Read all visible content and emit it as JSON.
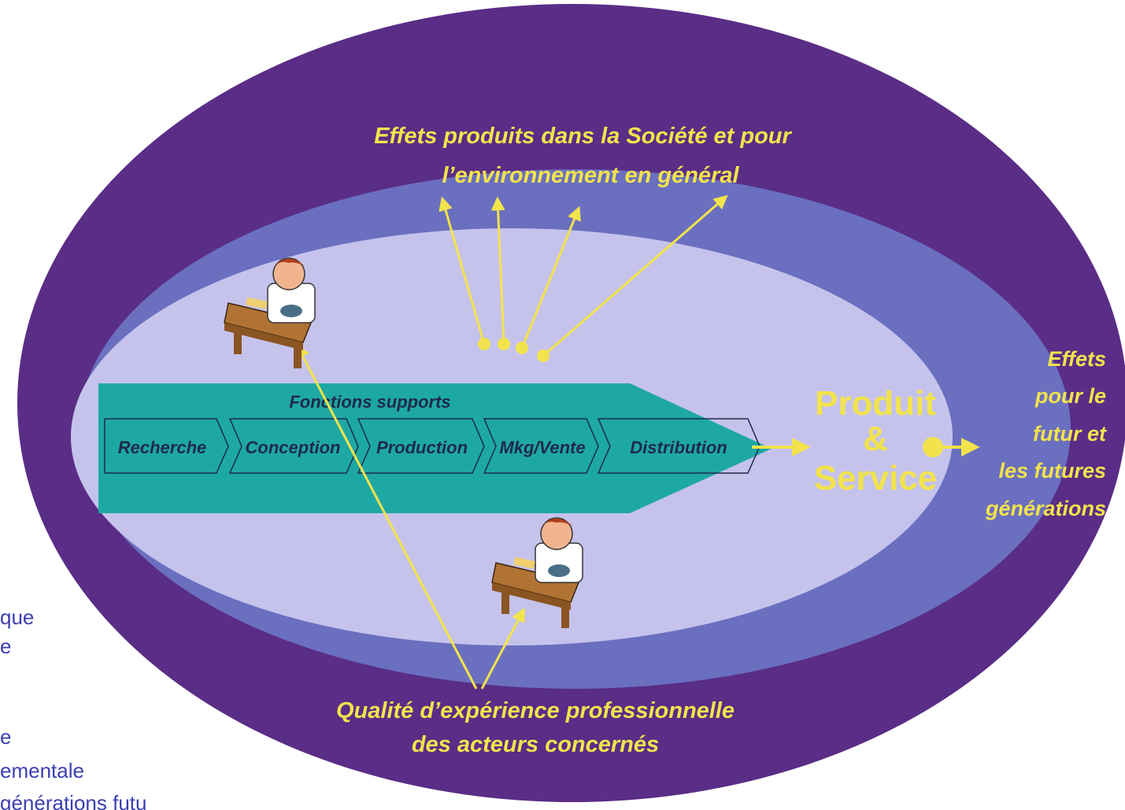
{
  "top_effects": {
    "line1": "Effets produits dans la Société et pour",
    "line2": "l’environnement en général"
  },
  "support_functions": "Fonctions supports",
  "value_chain": [
    "Recherche",
    "Conception",
    "Production",
    "Mkg/Vente",
    "Distribution"
  ],
  "output": {
    "line1": "Produit",
    "line2": "&",
    "line3": "Service"
  },
  "future_effects": {
    "line1": "Effets",
    "line2": "pour le",
    "line3": "futur et",
    "line4": "les futures",
    "line5": "générations"
  },
  "bottom_caption": {
    "line1": "Qualité d’expérience professionnelle",
    "line2": "des acteurs concernés"
  },
  "left_bleed_text": [
    "que",
    "e",
    "e",
    "ementale",
    "générations futu"
  ],
  "colors": {
    "outer_ellipse": "#5a2d86",
    "middle_ellipse": "#6a6fc0",
    "inner_ellipse": "#c5c3ec",
    "chain_band": "#1ea8a4",
    "accent_yellow": "#f2e34c",
    "bleed_text": "#3b3fb0"
  },
  "icons": [
    "person-at-desk-icon",
    "person-at-desk-icon"
  ]
}
